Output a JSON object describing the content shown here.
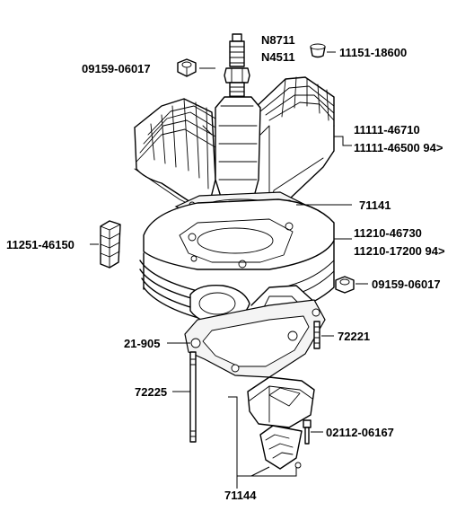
{
  "diagram": {
    "parts": {
      "spark_plug_code_1": "N8711",
      "spark_plug_code_2": "N4511",
      "cap": "11151-18600",
      "head_nut": "09159-06017",
      "head_1": "11111-46710",
      "head_2": "11111-46500  94>",
      "head_gasket": "71141",
      "cylinder_1": "11210-46730",
      "cylinder_2": "11210-17200  94>",
      "rubber_damper": "11251-46150",
      "cylinder_nut": "09159-06017",
      "base_gasket": "21-905",
      "stud_short": "72221",
      "stud_long": "72225",
      "reed_bolt": "02112-06167",
      "reed_valve": "71144"
    }
  }
}
